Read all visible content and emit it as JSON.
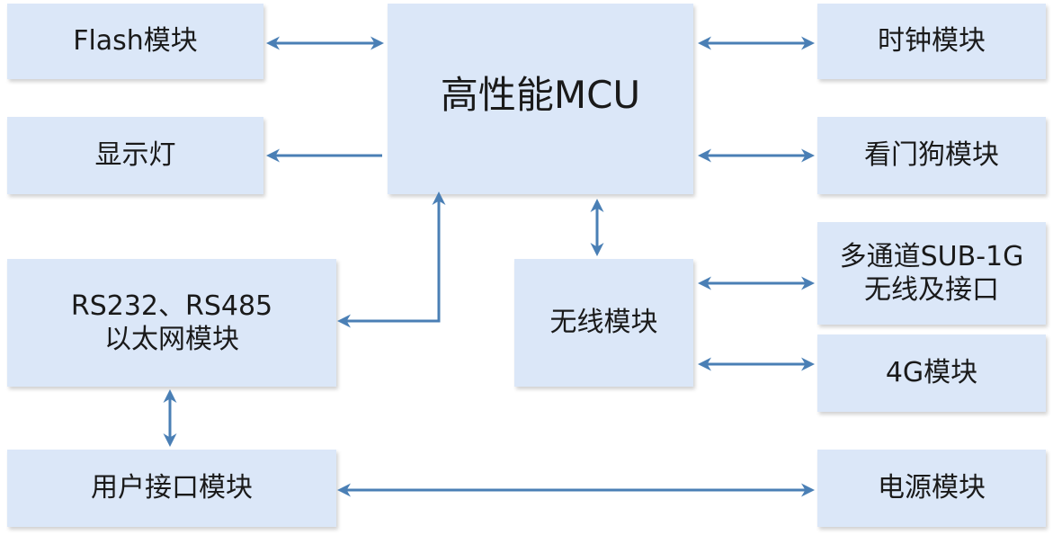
{
  "colors": {
    "box_fill": "#dbe7f8",
    "arrow": "#4a7fb5",
    "text": "#1a1a1a"
  },
  "boxes": {
    "flash": "Flash模块",
    "led": "显示灯",
    "mcu": "高性能MCU",
    "clock": "时钟模块",
    "watchdog": "看门狗模块",
    "serial": {
      "line1": "RS232、RS485",
      "line2": "以太网模块"
    },
    "wireless": "无线模块",
    "subg": {
      "line1": "多通道SUB-1G",
      "line2": "无线及接口"
    },
    "g4": "4G模块",
    "user_if": "用户接口模块",
    "power": "电源模块"
  }
}
